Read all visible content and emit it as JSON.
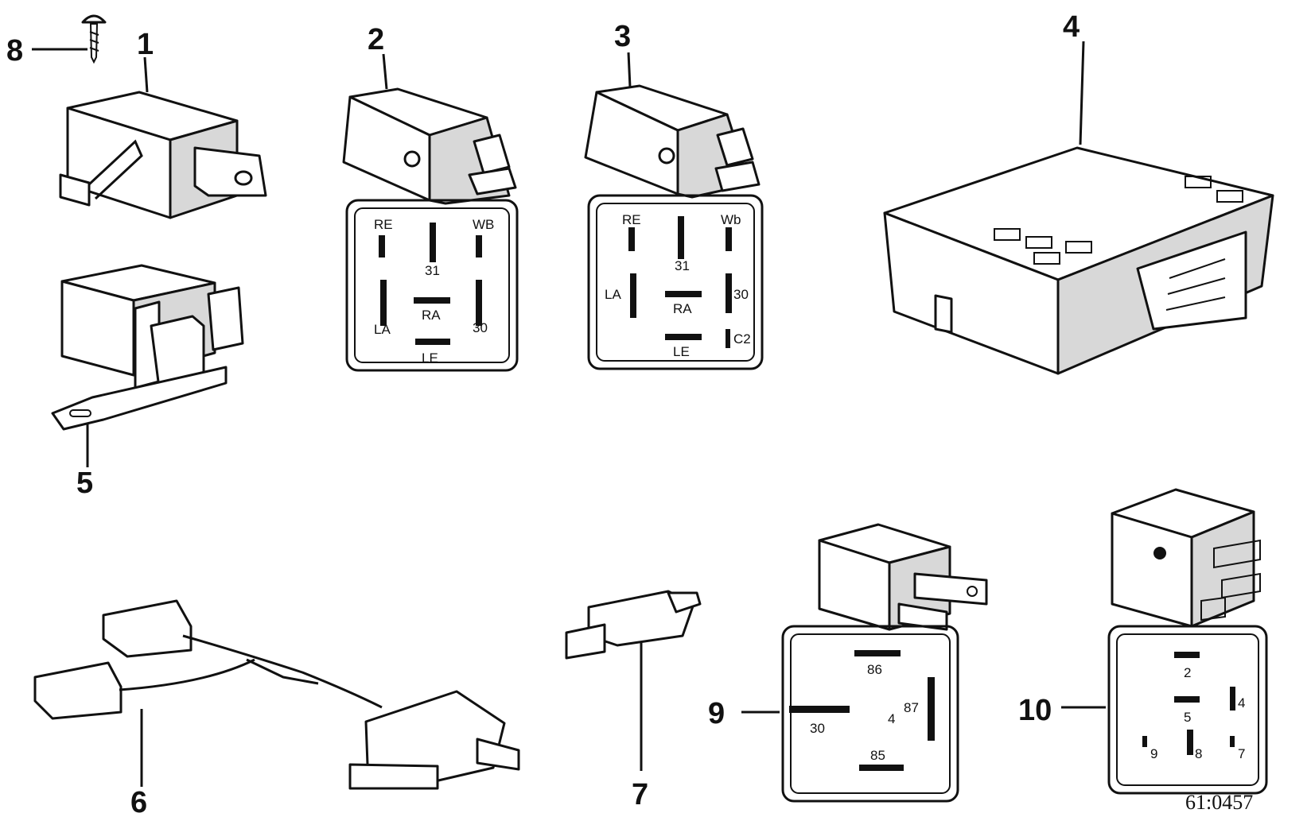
{
  "parts": [
    {
      "number": "1"
    },
    {
      "number": "2"
    },
    {
      "number": "3"
    },
    {
      "number": "4"
    },
    {
      "number": "5"
    },
    {
      "number": "6"
    },
    {
      "number": "7"
    },
    {
      "number": "8"
    },
    {
      "number": "9"
    },
    {
      "number": "10"
    }
  ],
  "relay2_pins": {
    "re": "RE",
    "n31": "31",
    "wb": "WB",
    "la": "LA",
    "ra": "RA",
    "n30": "30",
    "le": "LE"
  },
  "relay3_pins": {
    "re": "RE",
    "n31": "31",
    "wb": "Wb",
    "la": "LA",
    "ra": "RA",
    "n30": "30",
    "le": "LE",
    "c2": "C2"
  },
  "relay9_pins": {
    "n86": "86",
    "n87": "87",
    "n30": "30",
    "n4": "4",
    "n85": "85"
  },
  "relay10_pins": {
    "n2": "2",
    "n5": "5",
    "n4": "4",
    "n9": "9",
    "n8": "8",
    "n7": "7"
  },
  "drawing_ref": "61:0457"
}
